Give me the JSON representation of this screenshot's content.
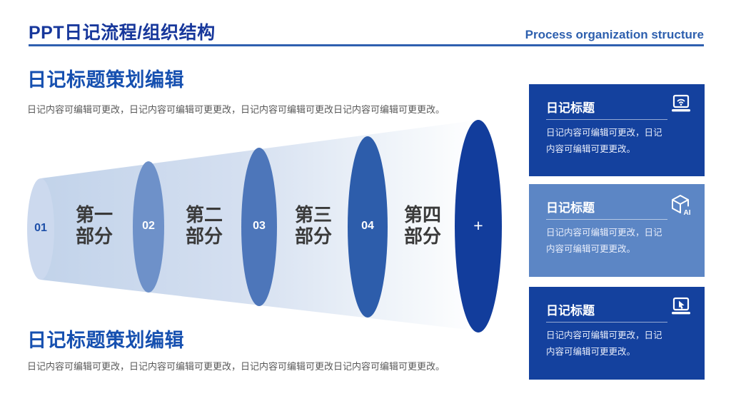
{
  "header": {
    "title": "PPT日记流程/组织结构",
    "subtitle": "Process organization structure"
  },
  "sections": {
    "top": {
      "title": "日记标题策划编辑",
      "body": "日记内容可编辑可更改，日记内容可编辑可更更改，日记内容可编辑可更改日记内容可编辑可更更改。"
    },
    "bottom": {
      "title": "日记标题策划编辑",
      "body": "日记内容可编辑可更改，日记内容可编辑可更更改，日记内容可编辑可更改日记内容可编辑可更更改。"
    }
  },
  "funnel": {
    "type": "process-cone",
    "stages": [
      {
        "number": "01",
        "label": "第一部分"
      },
      {
        "number": "02",
        "label": "第二部分"
      },
      {
        "number": "03",
        "label": "第三部分"
      },
      {
        "number": "04",
        "label": "第四部分"
      }
    ],
    "end_label": "+"
  },
  "cards": [
    {
      "title": "日记标题",
      "body": "日记内容可编辑可更改，日记内容可编辑可更更改。",
      "icon": "laptop-wifi-icon"
    },
    {
      "title": "日记标题",
      "body": "日记内容可编辑可更改，日记内容可编辑可更更改。",
      "icon": "ai-cube-icon"
    },
    {
      "title": "日记标题",
      "body": "日记内容可编辑可更改，日记内容可编辑可更更改。",
      "icon": "laptop-cursor-icon"
    }
  ],
  "colors": {
    "header_title": "#17379b",
    "header_subtitle": "#2d5fae",
    "divider": "#2e5fb0",
    "section_title": "#1650b0",
    "body_text": "#595959",
    "cone_left": "#c2d3ea",
    "cone_right": "#ffffff",
    "ellipse_01": "#ccd9ee",
    "ellipse_02": "#6e91c9",
    "ellipse_03": "#4d76ba",
    "ellipse_04": "#2d5dab",
    "ellipse_end": "#123d9c",
    "card_dark": "#14419e",
    "card_mid": "#5c86c5"
  }
}
